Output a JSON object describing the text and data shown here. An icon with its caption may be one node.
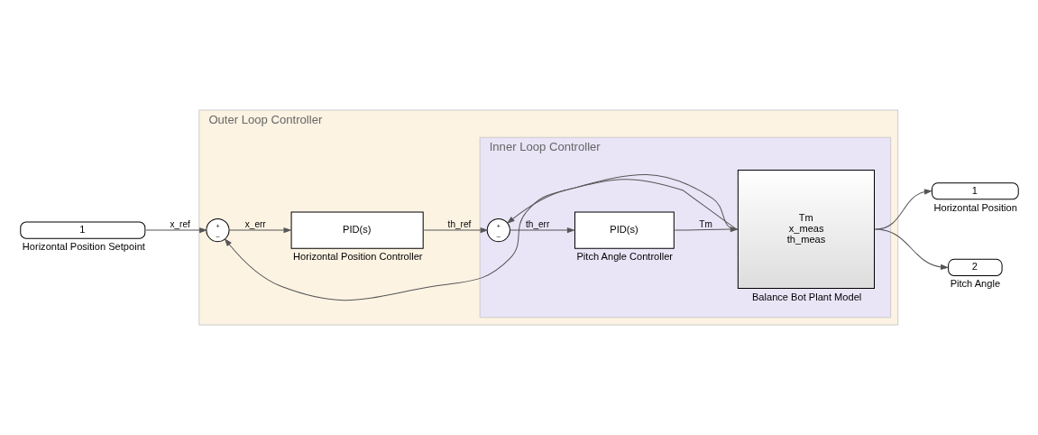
{
  "diagram": {
    "nodes": [
      {
        "text": [
          "Outer Loop Controller"
        ]
      },
      {
        "text": [
          "Inner Loop Controller"
        ],
        "in": 0
      },
      {
        "text": [
          "1"
        ],
        "beside": [
          "Horizontal Position Setpoint"
        ]
      },
      {
        "text": [
          "+",
          "_"
        ],
        "in": 0
      },
      {
        "text": [
          "PID(s)"
        ],
        "in": 0,
        "beside": [
          "Horizontal Position Controller"
        ]
      },
      {
        "text": [
          "+",
          "_"
        ],
        "in": 1
      },
      {
        "text": [
          "PID(s)"
        ],
        "in": 1,
        "beside": [
          "Pitch Angle Controller"
        ]
      },
      {
        "text": [
          "Tm",
          "x_meas",
          "th_meas"
        ],
        "in": 1,
        "beside": [
          "Balance Bot Plant Model"
        ]
      },
      {
        "text": [
          "1"
        ],
        "beside": [
          "Horizontal Position"
        ]
      },
      {
        "text": [
          "2"
        ],
        "beside": [
          "Pitch Angle"
        ]
      }
    ],
    "edges": [
      {
        "from": 2,
        "to": 3,
        "arrow": "to",
        "label": "x_ref"
      },
      {
        "from": 3,
        "to": 4,
        "arrow": "to",
        "label": "x_err"
      },
      {
        "from": 4,
        "to": 5,
        "arrow": "to",
        "label": "th_ref"
      },
      {
        "from": 5,
        "to": 6,
        "arrow": "to",
        "label": "th_err"
      },
      {
        "from": 6,
        "to": 7,
        "arrow": "to",
        "label": "Tm"
      },
      {
        "from": 7,
        "to": 8,
        "arrow": "to"
      },
      {
        "from": 7,
        "to": 3,
        "arrow": "to"
      },
      {
        "from": 7,
        "to": 9,
        "arrow": "to"
      },
      {
        "from": 7,
        "to": 5,
        "arrow": "to"
      }
    ]
  }
}
